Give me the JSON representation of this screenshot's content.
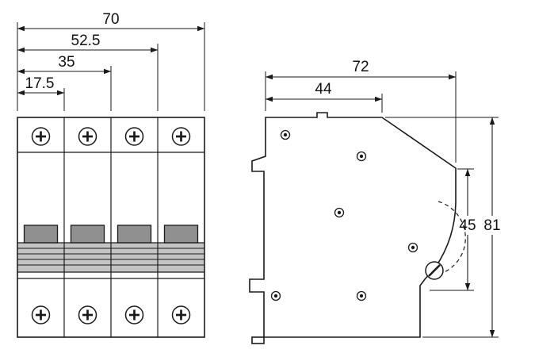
{
  "drawing": {
    "pole_count": 4
  },
  "dims": {
    "front": [
      {
        "label": "70"
      },
      {
        "label": "52.5"
      },
      {
        "label": "35"
      },
      {
        "label": "17.5"
      }
    ],
    "side_h": [
      {
        "label": "72"
      },
      {
        "label": "44"
      }
    ],
    "side_v": [
      {
        "label": "45"
      },
      {
        "label": "81"
      }
    ]
  },
  "colors": {
    "line": "#1a1a1a",
    "handle_gray": "#909090",
    "band_gray": "#c4c4c4",
    "background": "#ffffff"
  }
}
